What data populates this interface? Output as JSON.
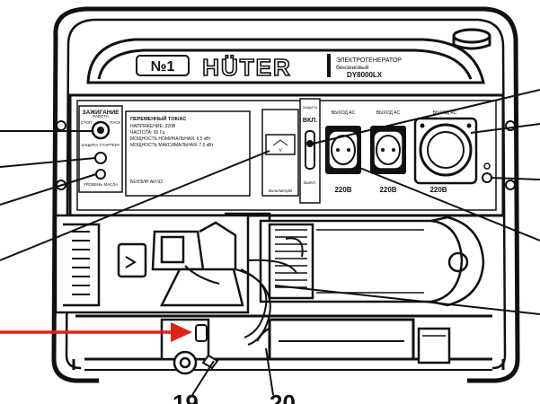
{
  "brand": {
    "model_no": "№1",
    "logo": "HÜTER",
    "product_line1": "ЭЛЕКТРОГЕНЕРАТОР",
    "product_line2": "бензиновый",
    "model": "DY8000LX"
  },
  "ignition_panel": {
    "title": "ЗАЖИГАНИЕ",
    "stop": "СТОП",
    "work": "РАБОТА",
    "start": "ПУСК",
    "starter_protection": "ЗАЩИТА СТАРТЕРА",
    "oil_level": "УРОВЕНЬ МАСЛА"
  },
  "info_plate": {
    "line1": "ПЕРЕМЕННЫЙ ТОК/AC",
    "line2": "НАПРЯЖЕНИЕ: 220В",
    "line3": "ЧАСТОТА: 50 Гц",
    "line4": "МОЩНОСТЬ НОМИНАЛЬНАЯ: 6,5 кВт",
    "line5": "МОЩНОСТЬ МАКСИМАЛЬНАЯ: 7,0 кВт",
    "fuel": "БЕНЗИН АИ-92"
  },
  "voltmeter": {
    "symbol": "V",
    "label": "Вольтметр/В"
  },
  "switch": {
    "breaker": "ЗАЩИТА",
    "on": "ВКЛ.",
    "off": "ВЫКЛ."
  },
  "outputs": {
    "ac_label": "ВЫХОД AC",
    "socket1_voltage": "220В",
    "socket2_voltage": "220В",
    "socket3_voltage": "220В"
  },
  "callouts": {
    "num_19": "19",
    "num_20": "20"
  },
  "colors": {
    "line": "#111111",
    "arrow": "#e0221c",
    "background": "#ffffff"
  }
}
